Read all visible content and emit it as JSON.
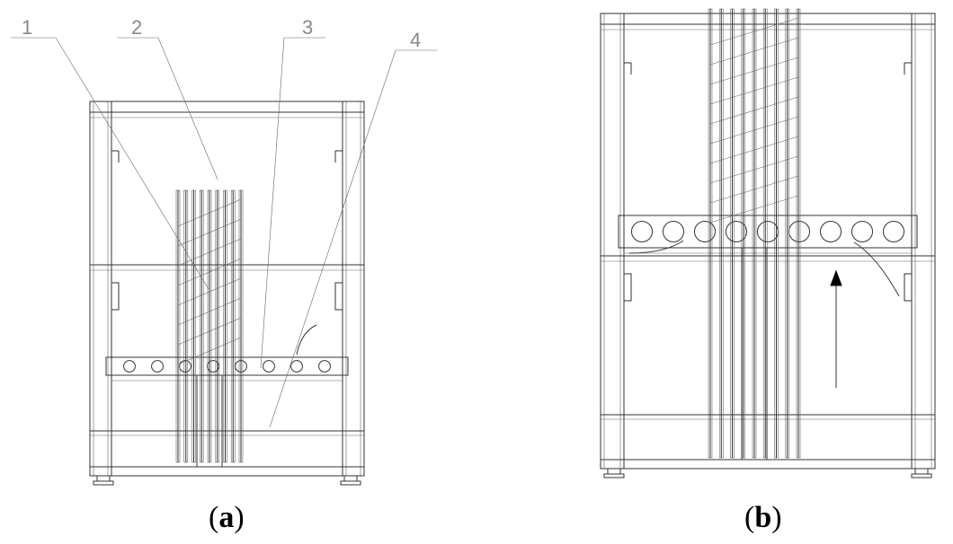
{
  "panel_a": {
    "caption_open": "(",
    "caption_letter": "a",
    "caption_close": ")",
    "part_labels": [
      "1",
      "2",
      "3",
      "4"
    ]
  },
  "panel_b": {
    "caption_open": "(",
    "caption_letter": "b",
    "caption_close": ")"
  }
}
